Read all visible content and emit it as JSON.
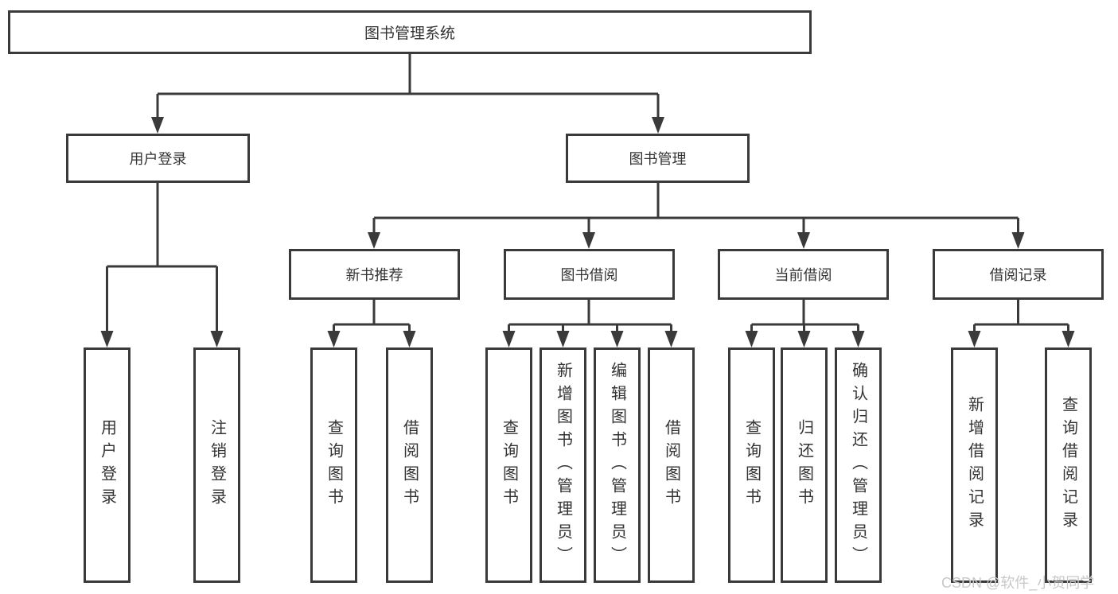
{
  "tree": {
    "root": {
      "label": "图书管理系统"
    },
    "branches": [
      {
        "label": "用户登录",
        "leaves": [
          {
            "label": "用户登录"
          },
          {
            "label": "注销登录"
          }
        ]
      },
      {
        "label": "图书管理",
        "groups": [
          {
            "label": "新书推荐",
            "leaves": [
              {
                "label": "查询图书"
              },
              {
                "label": "借阅图书"
              }
            ]
          },
          {
            "label": "图书借阅",
            "leaves": [
              {
                "label": "查询图书"
              },
              {
                "label": "新增图书（管理员）"
              },
              {
                "label": "编辑图书（管理员）"
              },
              {
                "label": "借阅图书"
              }
            ]
          },
          {
            "label": "当前借阅",
            "leaves": [
              {
                "label": "查询图书"
              },
              {
                "label": "归还图书"
              },
              {
                "label": "确认归还（管理员）"
              }
            ]
          },
          {
            "label": "借阅记录",
            "leaves": [
              {
                "label": "新增借阅记录"
              },
              {
                "label": "查询借阅记录"
              }
            ]
          }
        ]
      }
    ]
  },
  "watermark": {
    "text": "CSDN @软件_小贺同学"
  },
  "colors": {
    "line": "#3a3a3a",
    "text": "#333333",
    "box_background": "#ffffff",
    "watermark_text": "#c8c8c8"
  }
}
